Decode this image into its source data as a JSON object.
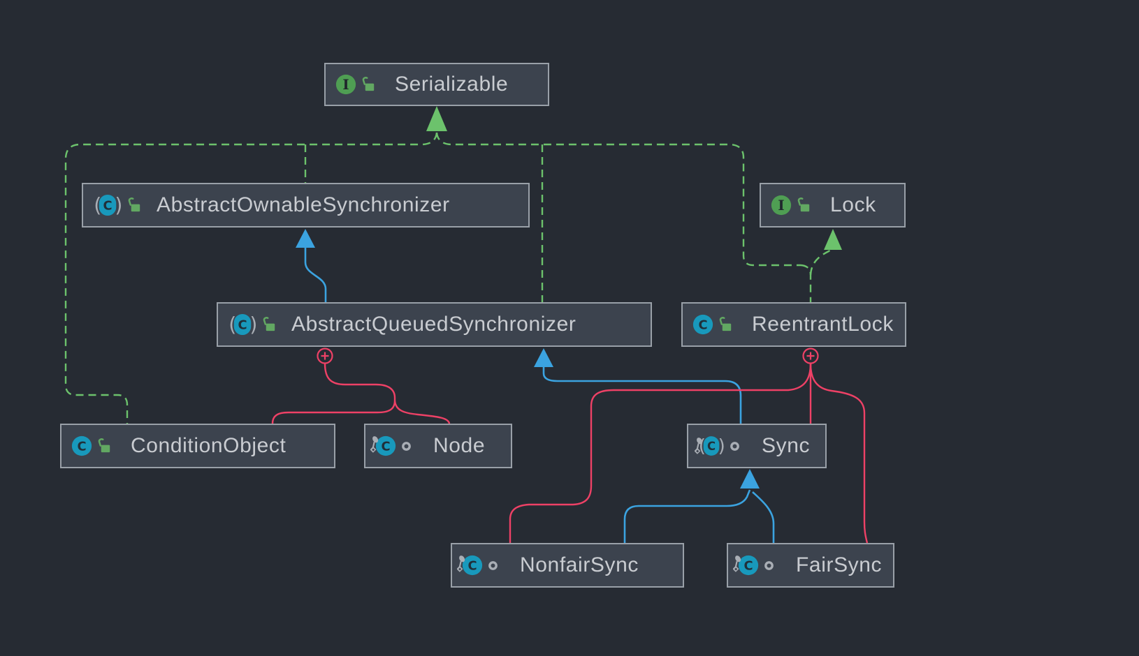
{
  "diagram": {
    "title": "UML class diagram",
    "background": "#262b33",
    "node_style": {
      "fill": "#3c434e",
      "border": "#99a0a8",
      "text_color": "#c9ccd1"
    },
    "colors": {
      "realization_green": "#6cc26c",
      "extends_blue": "#3ba3e0",
      "inner_class_pink": "#ee4166",
      "interface_icon_green": "#4f9e53",
      "class_icon_teal": "#1899bc",
      "public_lock_green": "#62a862",
      "member_gray": "#a9aeb5"
    },
    "nodes": [
      {
        "id": "serializable",
        "label": "Serializable",
        "kind": "interface",
        "visibility": "public",
        "icons": [
          "interface-icon",
          "public-lock-icon"
        ]
      },
      {
        "id": "abstract-ownable-synchronizer",
        "label": "AbstractOwnableSynchronizer",
        "kind": "abstract-class",
        "visibility": "public",
        "icons": [
          "abstract-class-icon",
          "public-lock-icon"
        ]
      },
      {
        "id": "lock",
        "label": "Lock",
        "kind": "interface",
        "visibility": "public",
        "icons": [
          "interface-icon",
          "public-lock-icon"
        ]
      },
      {
        "id": "abstract-queued-synchronizer",
        "label": "AbstractQueuedSynchronizer",
        "kind": "abstract-class",
        "visibility": "public",
        "icons": [
          "abstract-class-icon",
          "public-lock-icon"
        ]
      },
      {
        "id": "reentrant-lock",
        "label": "ReentrantLock",
        "kind": "class",
        "visibility": "public",
        "icons": [
          "class-icon",
          "public-lock-icon"
        ]
      },
      {
        "id": "condition-object",
        "label": "ConditionObject",
        "kind": "class",
        "visibility": "public",
        "icons": [
          "class-icon",
          "public-lock-icon"
        ]
      },
      {
        "id": "node",
        "label": "Node",
        "kind": "nested-class",
        "visibility": "package-private",
        "icons": [
          "nested-class-icon",
          "package-private-icon"
        ]
      },
      {
        "id": "sync",
        "label": "Sync",
        "kind": "nested-abstract-class",
        "visibility": "package-private",
        "icons": [
          "nested-abstract-class-icon",
          "package-private-icon"
        ]
      },
      {
        "id": "nonfair-sync",
        "label": "NonfairSync",
        "kind": "nested-class",
        "visibility": "package-private",
        "icons": [
          "nested-class-icon",
          "package-private-icon"
        ]
      },
      {
        "id": "fair-sync",
        "label": "FairSync",
        "kind": "nested-class",
        "visibility": "package-private",
        "icons": [
          "nested-class-icon",
          "package-private-icon"
        ]
      }
    ],
    "edges": [
      {
        "from": "AbstractOwnableSynchronizer",
        "to": "Serializable",
        "type": "implements"
      },
      {
        "from": "AbstractQueuedSynchronizer",
        "to": "Serializable",
        "type": "implements"
      },
      {
        "from": "ConditionObject",
        "to": "Serializable",
        "type": "implements"
      },
      {
        "from": "ReentrantLock",
        "to": "Serializable",
        "type": "implements"
      },
      {
        "from": "ReentrantLock",
        "to": "Lock",
        "type": "implements"
      },
      {
        "from": "AbstractQueuedSynchronizer",
        "to": "AbstractOwnableSynchronizer",
        "type": "extends"
      },
      {
        "from": "Sync",
        "to": "AbstractQueuedSynchronizer",
        "type": "extends"
      },
      {
        "from": "NonfairSync",
        "to": "Sync",
        "type": "extends"
      },
      {
        "from": "FairSync",
        "to": "Sync",
        "type": "extends"
      },
      {
        "from": "ConditionObject",
        "to": "AbstractQueuedSynchronizer",
        "type": "inner-class"
      },
      {
        "from": "Node",
        "to": "AbstractQueuedSynchronizer",
        "type": "inner-class"
      },
      {
        "from": "Sync",
        "to": "ReentrantLock",
        "type": "inner-class"
      },
      {
        "from": "NonfairSync",
        "to": "ReentrantLock",
        "type": "inner-class"
      },
      {
        "from": "FairSync",
        "to": "ReentrantLock",
        "type": "inner-class"
      }
    ]
  }
}
